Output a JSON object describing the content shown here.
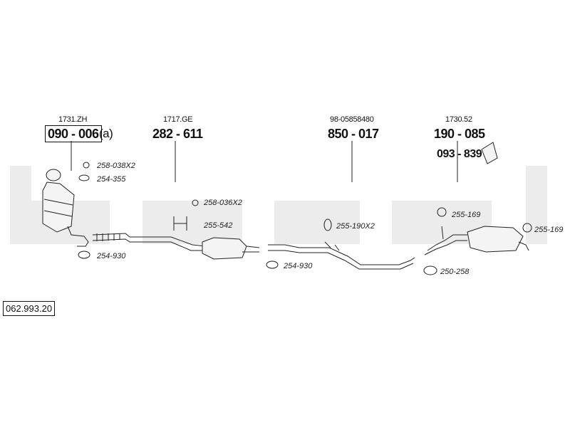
{
  "diagram": {
    "drawing_code": "062.993.20",
    "groups": [
      {
        "ref": "1731.ZH",
        "part": "090 - 006",
        "suffix": "(a)"
      },
      {
        "ref": "1717.GE",
        "part": "282 - 611"
      },
      {
        "ref": "98-05858480",
        "part": "850 - 017"
      },
      {
        "ref": "1730.52",
        "part": "190 - 085",
        "extra_part": "093 - 839"
      }
    ],
    "labels": {
      "l1": "258-038X2",
      "l2": "254-355",
      "l3": "258-036X2",
      "l4": "255-542",
      "l5": "254-930",
      "l6": "255-190X2",
      "l7": "254-930",
      "l8": "255-169",
      "l9": "255-169",
      "l10": "250-258"
    },
    "watermark_text": "bosal"
  },
  "colors": {
    "line": "#222222",
    "watermark": "#ececec",
    "fill": "#f4f4f4"
  }
}
